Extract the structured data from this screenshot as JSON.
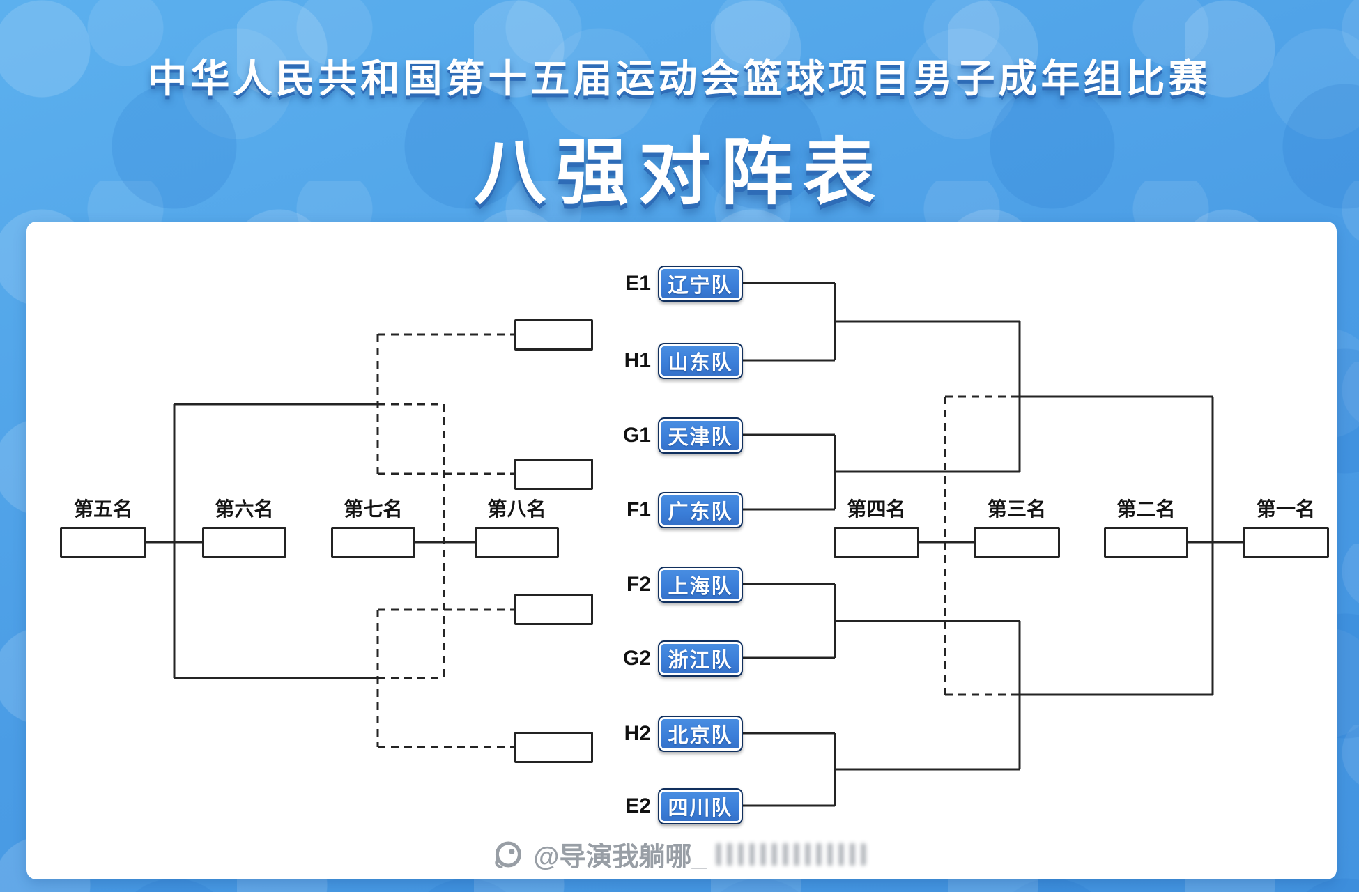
{
  "title": {
    "line1": "中华人民共和国第十五届运动会篮球项目男子成年组比赛",
    "line2": "八强对阵表"
  },
  "bracket": {
    "teams": [
      {
        "seed": "E1",
        "name": "辽宁队"
      },
      {
        "seed": "H1",
        "name": "山东队"
      },
      {
        "seed": "G1",
        "name": "天津队"
      },
      {
        "seed": "F1",
        "name": "广东队"
      },
      {
        "seed": "F2",
        "name": "上海队"
      },
      {
        "seed": "G2",
        "name": "浙江队"
      },
      {
        "seed": "H2",
        "name": "北京队"
      },
      {
        "seed": "E2",
        "name": "四川队"
      }
    ],
    "placements": [
      {
        "label": "第五名"
      },
      {
        "label": "第六名"
      },
      {
        "label": "第七名"
      },
      {
        "label": "第八名"
      },
      {
        "label": "第四名"
      },
      {
        "label": "第三名"
      },
      {
        "label": "第二名"
      },
      {
        "label": "第一名"
      }
    ]
  },
  "watermark": {
    "handle": "@导演我躺哪_"
  },
  "colors": {
    "background": "#4d9fe6",
    "team_box": "#3a7dd8",
    "line": "#242424",
    "title_shadow": "#2e6cb7"
  }
}
